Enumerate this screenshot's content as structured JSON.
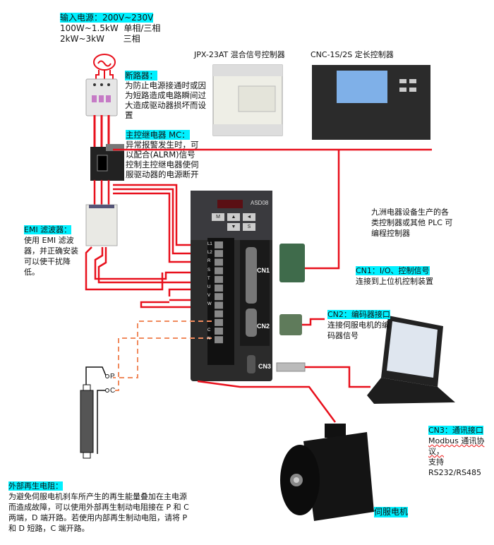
{
  "power": {
    "title": "输入电源：200V~230V",
    "line1": "100W~1.5kW  单相/三相",
    "line2": "2kW~3kW       三相"
  },
  "breaker": {
    "title": "断路器：",
    "desc": "为防止电源接通时或因为短路造成电路瞬间过大造成驱动器损坏而设置"
  },
  "contactor": {
    "title": "主控继电器 MC：",
    "desc": "异常报警发生时，可以配合(ALRM)信号控制主控继电器使伺服驱动器的电源断开"
  },
  "emi": {
    "title": "EMI 滤波器：",
    "desc": "使用 EMI 滤波器，并正确安装可以使干扰降低。"
  },
  "plc": {
    "label": "JPX-23AT 混合信号控制器"
  },
  "length_controller": {
    "label": "CNC-1S/2S 定长控制器"
  },
  "controllers_note": "九洲电器设备生产的各类控制器或其他 PLC 可编程控制器",
  "cn1": {
    "title": "CN1：I/O、控制信号",
    "desc": "连接到上位机控制装置"
  },
  "cn2": {
    "title": "CN2：编码器接口",
    "desc": "连接伺服电机的编码器信号"
  },
  "cn3": {
    "title": "CN3：通讯接口",
    "desc1": "Modbus 通讯协议，",
    "desc2": "支持 RS232/RS485"
  },
  "drive": {
    "model": "ASD08",
    "buttons": [
      "M",
      "▲",
      "◄",
      "▼",
      "S"
    ],
    "terminals": [
      "L1",
      "L2",
      "R",
      "S",
      "T",
      "U",
      "V",
      "W",
      "",
      "",
      "C",
      "N"
    ],
    "connectors": [
      "CN1",
      "CN2",
      "CN3"
    ]
  },
  "resistor": {
    "terminal_p": "P",
    "terminal_c": "C"
  },
  "regen": {
    "title": "外部再生电阻：",
    "desc": "为避免伺服电机刹车所产生的再生能量叠加在主电源而造成故障，可以使用外部再生制动电阻接在 P 和 C 两端，D 端开路。若使用内部再生制动电阻，请将 P 和 D 短路，C 端开路。"
  },
  "motor": {
    "label": "伺服电机"
  },
  "colors": {
    "highlight": "#00f0ff",
    "wire": "#e8101c",
    "dashed": "#f08a5d"
  }
}
